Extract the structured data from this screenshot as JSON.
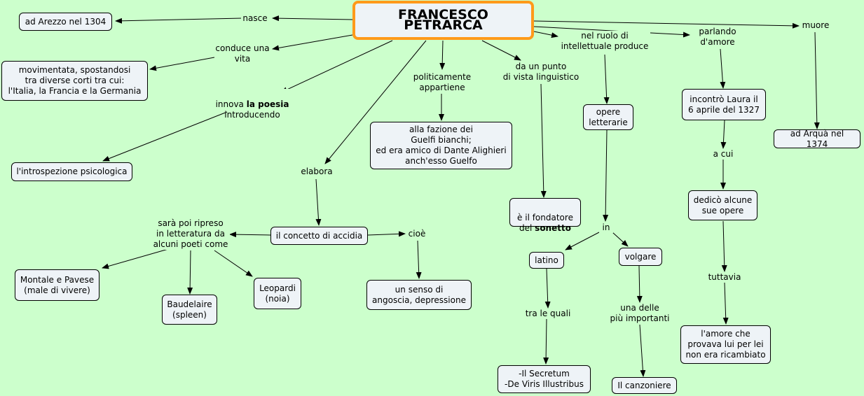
{
  "title": "FRANCESCO PETRARCA",
  "nodes": {
    "arezzo": "ad Arezzo nel 1304",
    "vita": "movimentata, spostandosi\ntra diverse corti tra cui:\nl'Italia, la Francia e la Germania",
    "introspezione": "l'introspezione psicologica",
    "fazione": "alla fazione dei\nGuelfi bianchi;\ned era amico di Dante Alighieri\nanch'esso Guelfo",
    "fondatore_pre": "è il fondatore\ndel ",
    "fondatore_bold": "sonetto",
    "opere": "opere\nletterarie",
    "laura": "incontrò Laura il\n6 aprile del 1327",
    "arqua": "ad Arquà nel 1374",
    "accidia": "il concetto di accidia",
    "montale": "Montale e Pavese\n(male di vivere)",
    "baudelaire": "Baudelaire\n(spleen)",
    "leopardi": "Leopardi\n(noia)",
    "angoscia": "un senso di\nangoscia, depressione",
    "latino": "latino",
    "volgare": "volgare",
    "dedico": "dedicò alcune\nsue opere",
    "secretum": "-Il Secretum\n-De Viris Illustribus",
    "canzoniere": "Il canzoniere",
    "amore": "l'amore che\nprovava lui per lei\nnon era ricambiato"
  },
  "labels": {
    "nasce": "nasce",
    "conduce": "conduce una\nvita",
    "innova_pre": "innova ",
    "innova_bold": "la poesia",
    "innova_post": "\nintroducendo",
    "politicamente": "politicamente\nappartiene",
    "linguistico": "da un punto\ndi vista linguistico",
    "ruolo": "nel ruolo di\nintellettuale produce",
    "parlando": "parlando\nd'amore",
    "muore": "muore",
    "elabora": "elabora",
    "ripreso": "sarà poi ripreso\nin letteratura da\nalcuni poeti come",
    "cioe": "cioè",
    "in": "in",
    "acui": "a cui",
    "trale": "tra le quali",
    "unadelle": "una delle\npiù importanti",
    "tuttavia": "tuttavia"
  }
}
